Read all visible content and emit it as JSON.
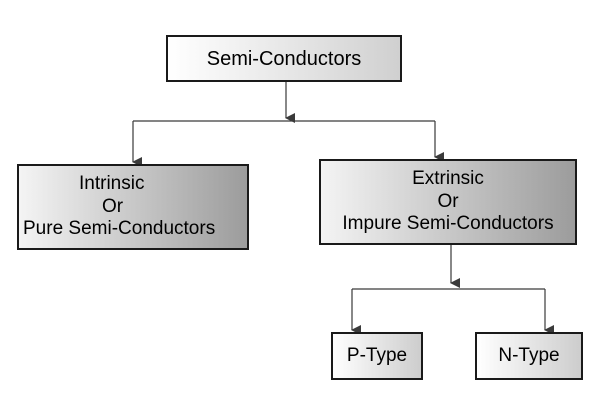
{
  "diagram": {
    "root": {
      "label": "Semi-Conductors"
    },
    "intrinsic": {
      "lines": [
        "Intrinsic",
        "Or",
        "Pure Semi-Conductors"
      ]
    },
    "extrinsic": {
      "lines": [
        "Extrinsic",
        "Or",
        "Impure Semi-Conductors"
      ]
    },
    "p_type": {
      "label": "P-Type"
    },
    "n_type": {
      "label": "N-Type"
    }
  },
  "colors": {
    "line": "#3a3a3a",
    "border": "#1a1a1a",
    "box_light_end": "#d0d0d0",
    "box_dark_end": "#9c9c9c"
  }
}
